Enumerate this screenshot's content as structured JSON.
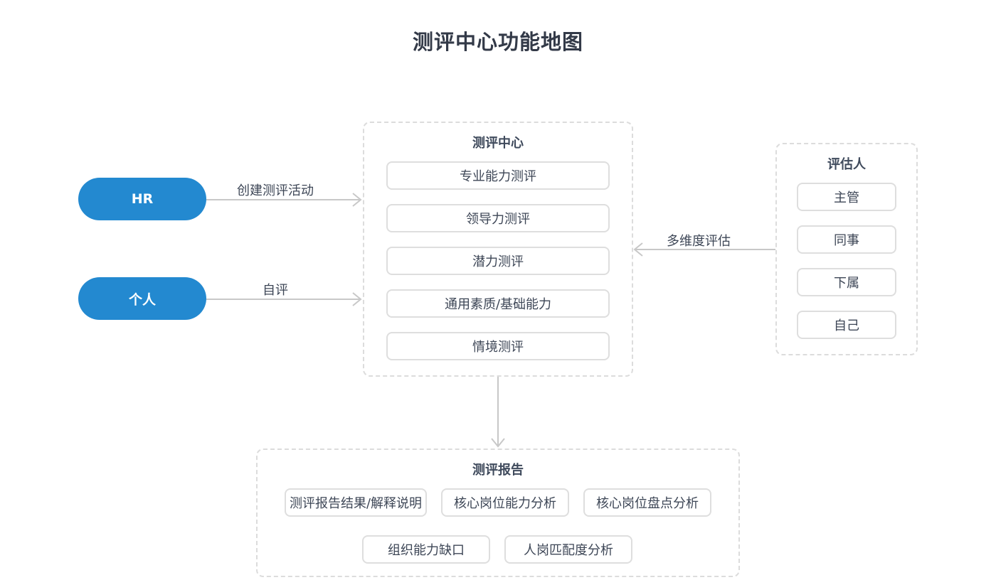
{
  "title": "测评中心功能地图",
  "actors": {
    "hr": "HR",
    "individual": "个人"
  },
  "edges": {
    "create_activity": "创建测评活动",
    "self_eval": "自评",
    "multi_dim_eval": "多维度评估"
  },
  "center": {
    "title": "测评中心",
    "items": [
      "专业能力测评",
      "领导力测评",
      "潜力测评",
      "通用素质/基础能力",
      "情境测评"
    ]
  },
  "evaluators": {
    "title": "评估人",
    "items": [
      "主管",
      "同事",
      "下属",
      "自己"
    ]
  },
  "report": {
    "title": "测评报告",
    "row1": [
      "测评报告结果/解释说明",
      "核心岗位能力分析",
      "核心岗位盘点分析"
    ],
    "row2": [
      "组织能力缺口",
      "人岗匹配度分析"
    ]
  },
  "colors": {
    "accent": "#2389d0",
    "border": "#dcdcdc",
    "text": "#3d4656"
  }
}
